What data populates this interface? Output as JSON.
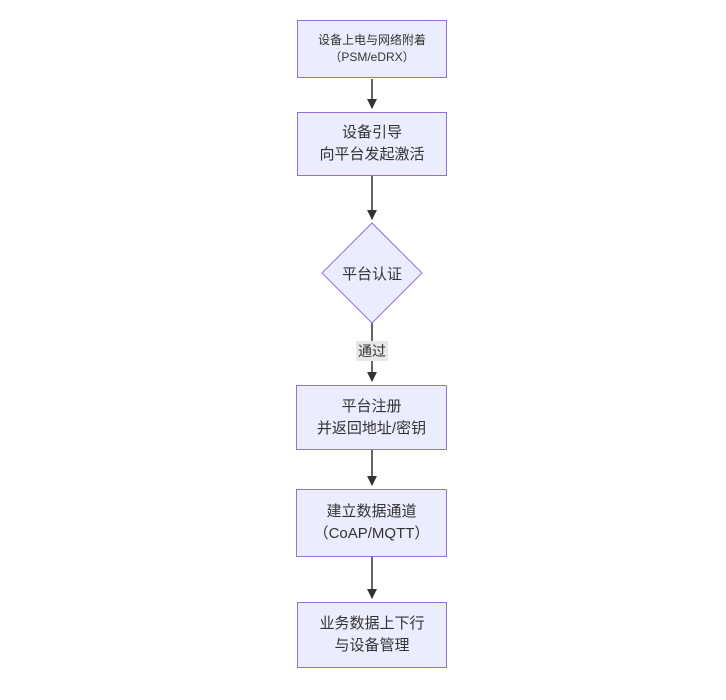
{
  "flow": {
    "nodes": [
      {
        "name": "power-attach",
        "lines": [
          "设备上电与网络附着",
          "（PSM/eDRX）"
        ]
      },
      {
        "name": "bootstrap",
        "lines": [
          "设备引导",
          "向平台发起激活"
        ]
      },
      {
        "name": "platform-auth",
        "lines": [
          "平台认证"
        ]
      },
      {
        "name": "platform-register",
        "lines": [
          "平台注册",
          "并返回地址/密钥"
        ]
      },
      {
        "name": "data-channel",
        "lines": [
          "建立数据通道",
          "（CoAP/MQTT）"
        ]
      },
      {
        "name": "business-data",
        "lines": [
          "业务数据上下行",
          "与设备管理"
        ]
      }
    ],
    "edges": [
      {
        "from": "platform-auth",
        "to": "platform-register",
        "label": "通过"
      }
    ],
    "colors": {
      "node_fill": "#ECECFF",
      "node_border": "#9370DB",
      "text": "#333333",
      "arrow": "#333333",
      "edge_label_bg": "#E8E8E8"
    }
  }
}
